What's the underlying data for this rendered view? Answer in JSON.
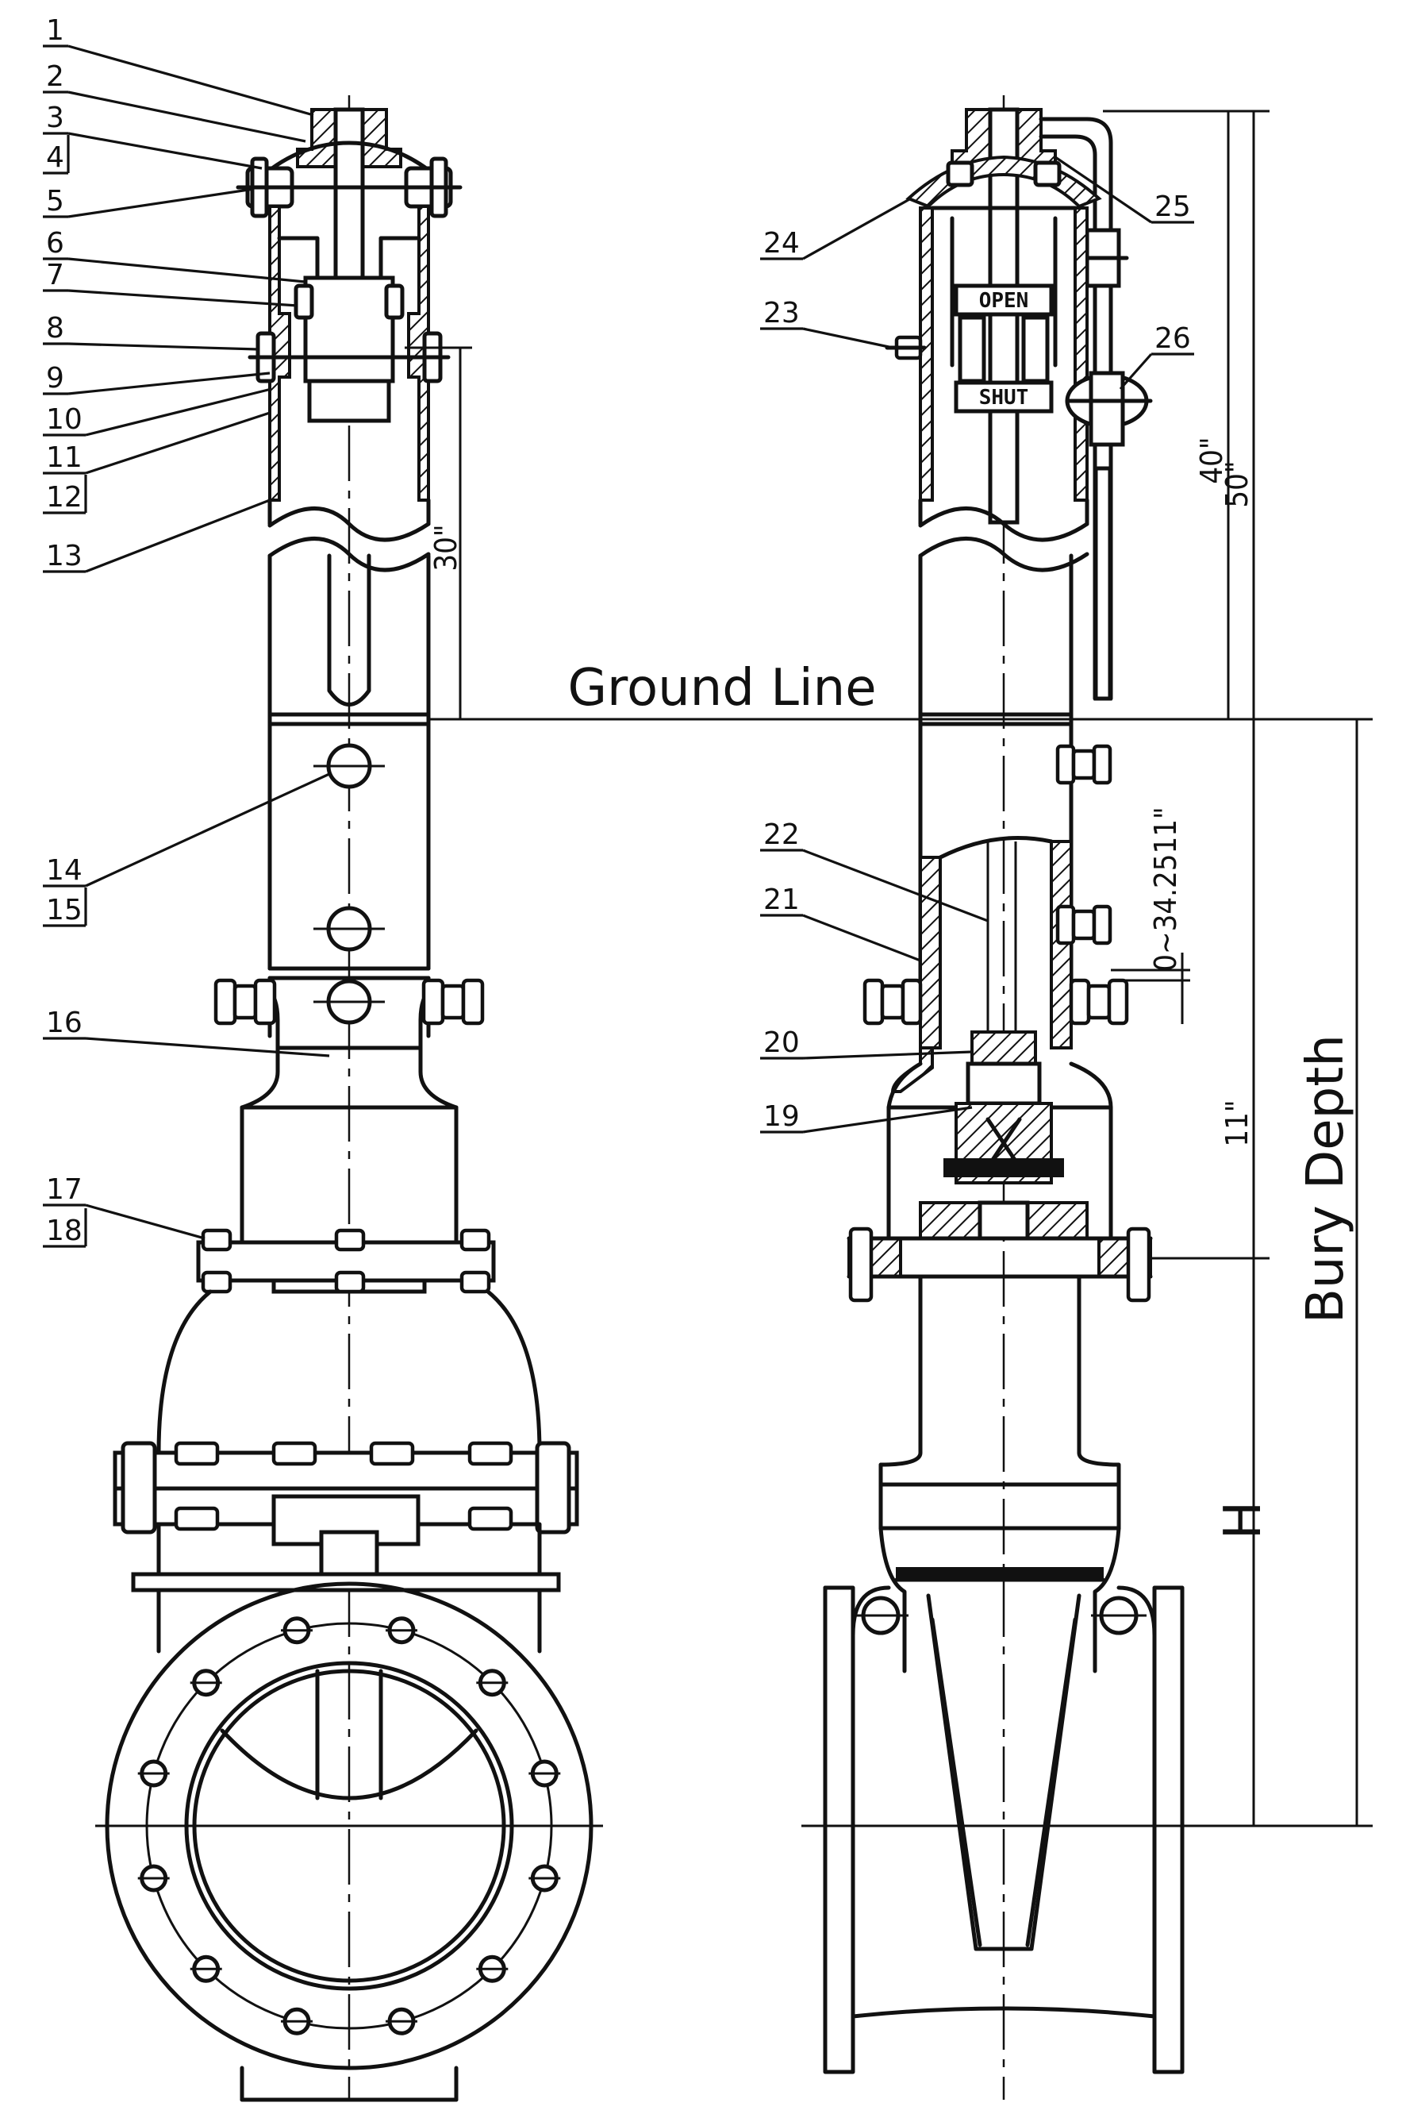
{
  "labels": {
    "ground_line": "Ground Line",
    "bury_depth": "Bury Depth",
    "h": "H"
  },
  "dimensions": {
    "d30": "30\"",
    "d40": "40\"",
    "d50": "50\"",
    "d11": "11\"",
    "extension": "0~34.2511\""
  },
  "nameplate": {
    "open": "OPEN",
    "shut": "SHUT"
  },
  "callouts": [
    "1",
    "2",
    "3",
    "4",
    "5",
    "6",
    "7",
    "8",
    "9",
    "10",
    "11",
    "12",
    "13",
    "14",
    "15",
    "16",
    "17",
    "18",
    "19",
    "20",
    "21",
    "22",
    "23",
    "24",
    "25",
    "26"
  ],
  "colors": {
    "line": "#111111",
    "background": "#ffffff"
  }
}
